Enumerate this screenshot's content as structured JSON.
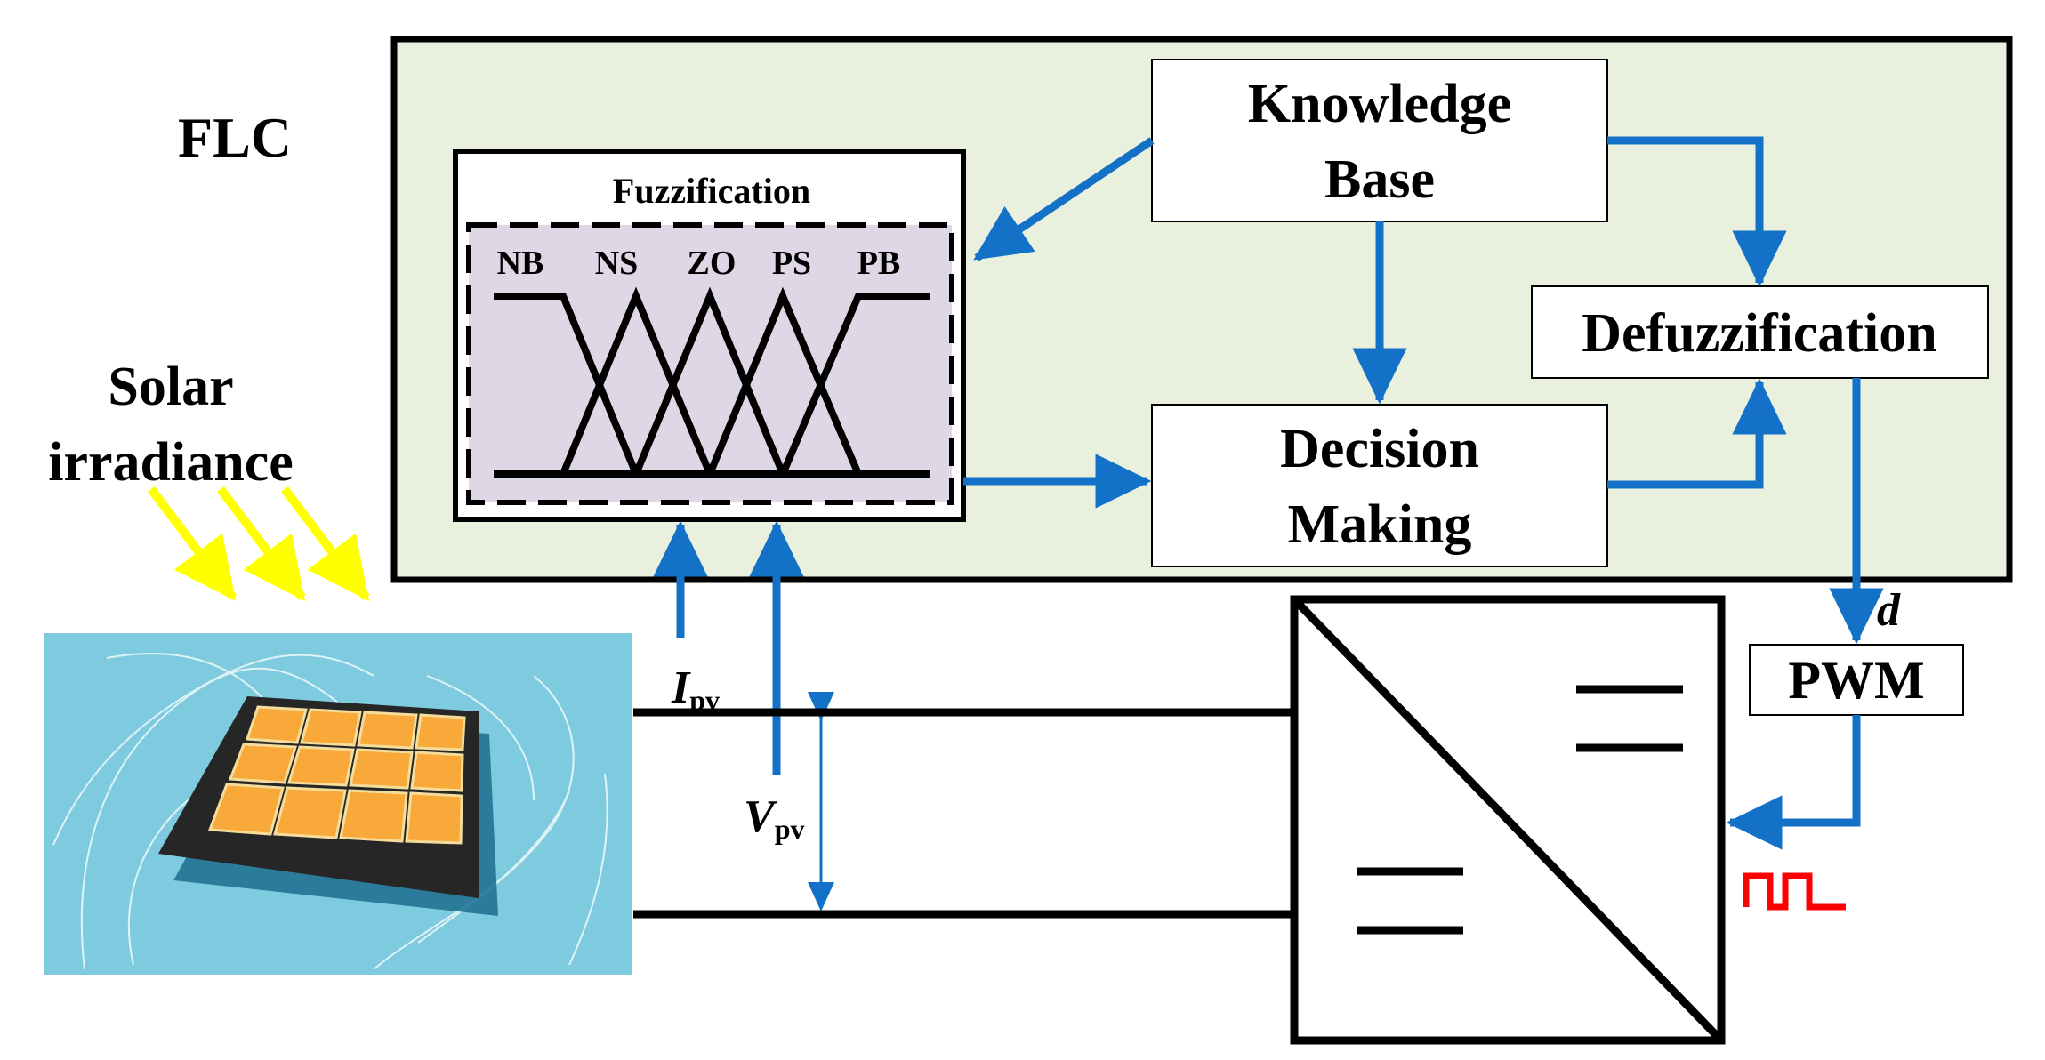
{
  "flc": {
    "title": "FLC"
  },
  "fuzzification": {
    "title": "Fuzzification",
    "mf_labels": [
      "NB",
      "NS",
      "ZO",
      "PS",
      "PB"
    ]
  },
  "knowledge_base": {
    "line1": "Knowledge",
    "line2": "Base"
  },
  "decision_making": {
    "line1": "Decision",
    "line2": "Making"
  },
  "defuzzification": {
    "label": "Defuzzification"
  },
  "pwm": {
    "label": "PWM"
  },
  "solar": {
    "line1": "Solar",
    "line2": "irradiance"
  },
  "signals": {
    "current": {
      "symbol": "I",
      "subscript": "pv"
    },
    "voltage": {
      "symbol": "V",
      "subscript": "pv"
    },
    "duty": "d"
  },
  "colors": {
    "flc_background": "#e9f1de",
    "fuzz_area": "#e0d7e6",
    "arrow_blue": "#1372c8",
    "sun_yellow": "#ffff00",
    "pwm_red": "#ff0000",
    "panel_bg": "#7ecbdf",
    "cell_orange": "#f8a93a"
  }
}
